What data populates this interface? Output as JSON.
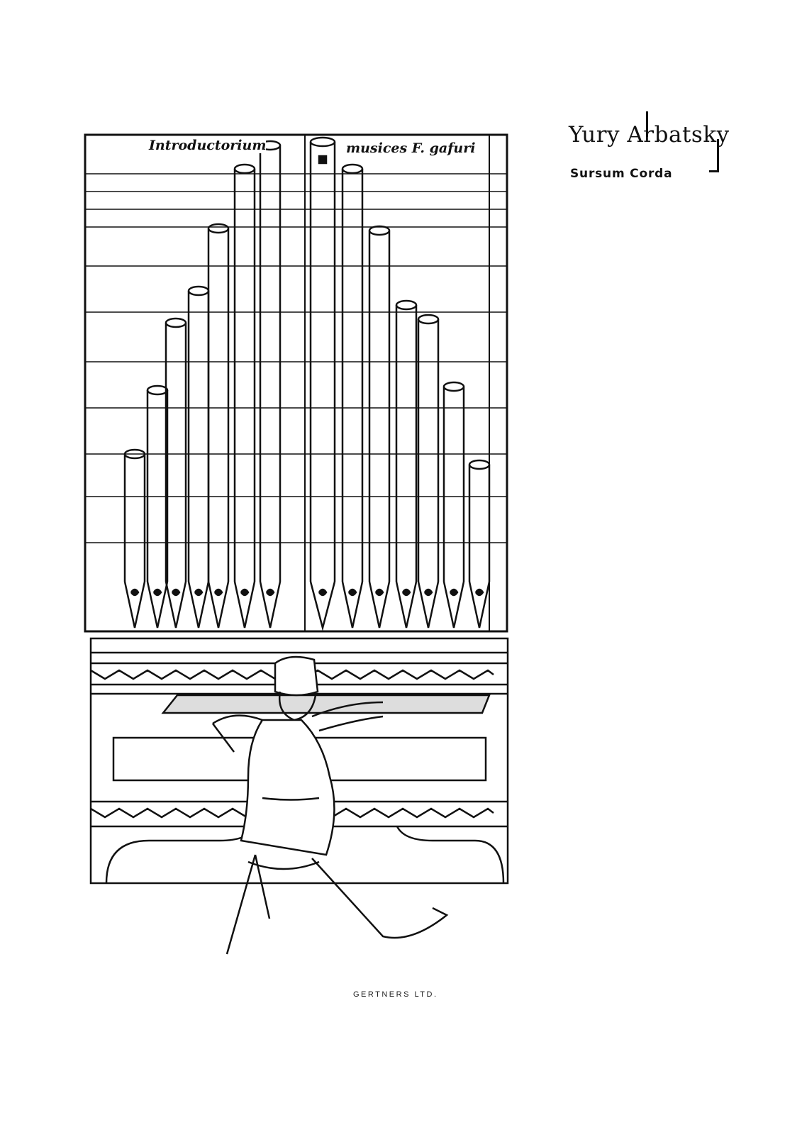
{
  "header": {
    "composer": "Yury Arbatsky",
    "work_title": "Sursum Corda"
  },
  "illustration": {
    "subject": "woodcut-organist",
    "lettering": [
      "Introductorium",
      "musices F. gafuri"
    ]
  },
  "footer": {
    "publisher": "GERTNERS LTD."
  }
}
